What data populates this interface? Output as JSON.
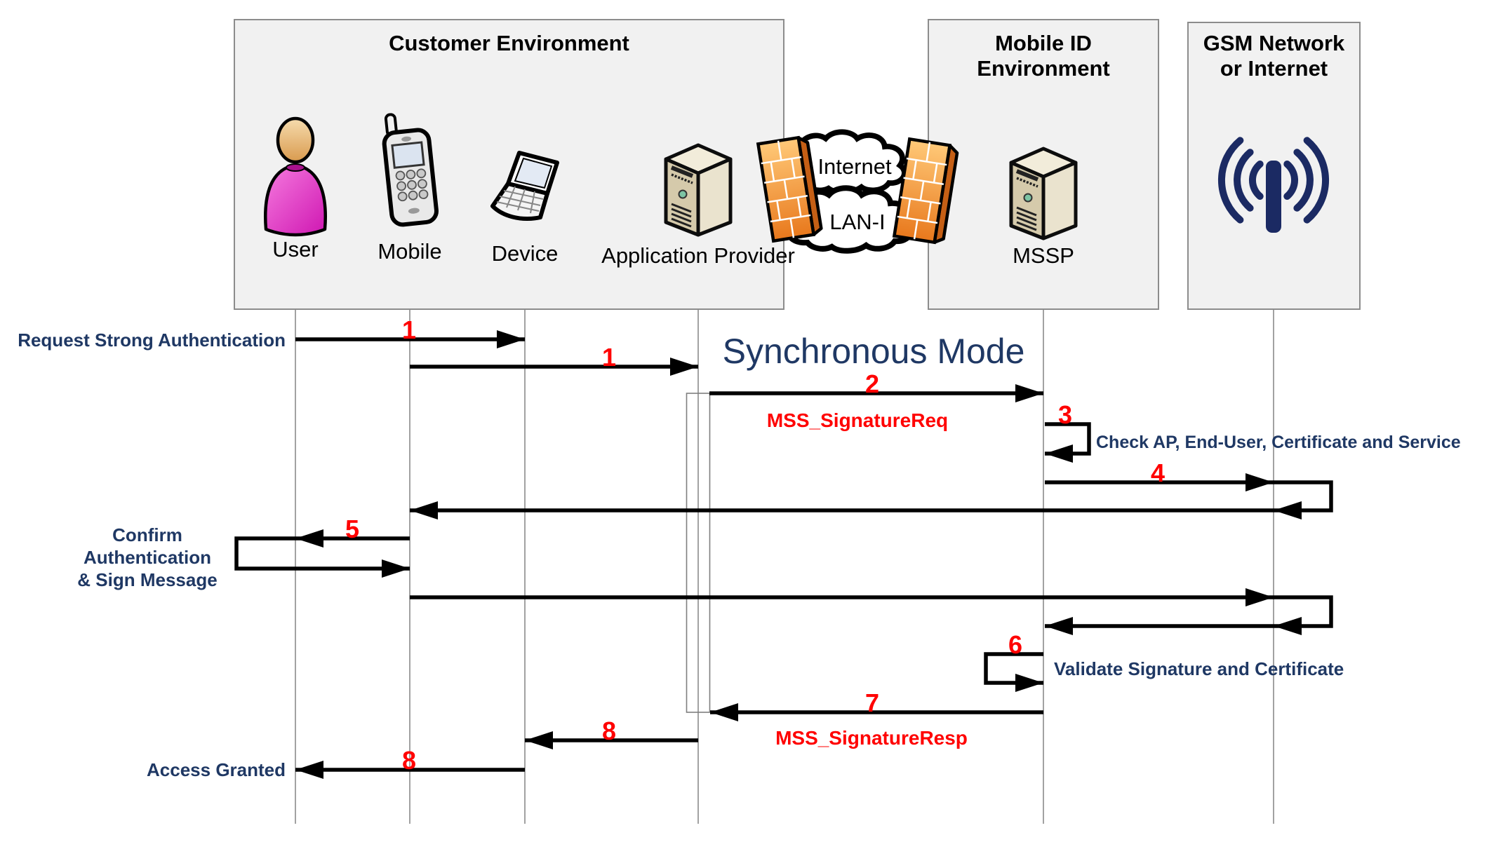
{
  "diagram": {
    "title": "Synchronous Mode"
  },
  "environments": [
    {
      "label": "Customer Environment"
    },
    {
      "label": "Mobile ID Environment"
    },
    {
      "label_line1": "GSM Network",
      "label_line2": "or Internet"
    }
  ],
  "actors": [
    {
      "label": "User"
    },
    {
      "label": "Mobile"
    },
    {
      "label": "Device"
    },
    {
      "label": "Application Provider"
    },
    {
      "label": "MSSP"
    }
  ],
  "network": {
    "top_cloud": "Internet",
    "bottom_cloud": "LAN-I"
  },
  "messages": {
    "request_strong_auth": "Request Strong Authentication",
    "mss_signature_req": "MSS_SignatureReq",
    "check_ap": "Check AP, End-User, Certificate and Service",
    "confirm_l1": "Confirm",
    "confirm_l2": "Authentication",
    "confirm_l3": "& Sign Message",
    "validate": "Validate Signature and Certificate",
    "mss_signature_resp": "MSS_SignatureResp",
    "access_granted": "Access Granted"
  },
  "steps": {
    "n1a": "1",
    "n1b": "1",
    "n2": "2",
    "n3": "3",
    "n4": "4",
    "n5": "5",
    "n6": "6",
    "n7": "7",
    "n8a": "8",
    "n8b": "8"
  },
  "colors": {
    "navy_text": "#1f3864",
    "red_label": "#ff0000",
    "arrow_black": "#000000",
    "box_fill": "#f1f1f1",
    "box_border": "#8c8c8c",
    "lifeline_gray": "#8a8a8a",
    "firewall_orange": "#f08a2e",
    "server_beige": "#d5caab",
    "user_magenta": "#e93ccb",
    "antenna_navy": "#1b2a63"
  }
}
